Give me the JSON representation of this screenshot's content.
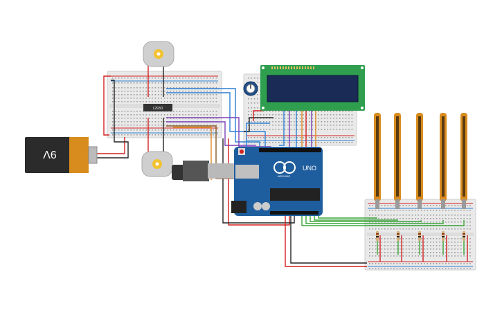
{
  "battery": {
    "label": "9V"
  },
  "driver_chip": {
    "label": "L293D"
  },
  "arduino": {
    "brand": "ARDUINO",
    "model": "UNO"
  },
  "colors": {
    "red": "#d42020",
    "black": "#222222",
    "blue": "#2b7fd4",
    "purple": "#7b3fb8",
    "brown": "#8b5a2b",
    "green": "#3aa63a",
    "orange_wire": "#e08a1e",
    "board_blue": "#1f5e9e",
    "lcd_green": "#2f9e4f",
    "sensor_orange": "#d98c1e"
  },
  "icons": [
    "dc-motor-icon",
    "potentiometer-icon",
    "usb-cable-icon",
    "reset-button-icon"
  ]
}
